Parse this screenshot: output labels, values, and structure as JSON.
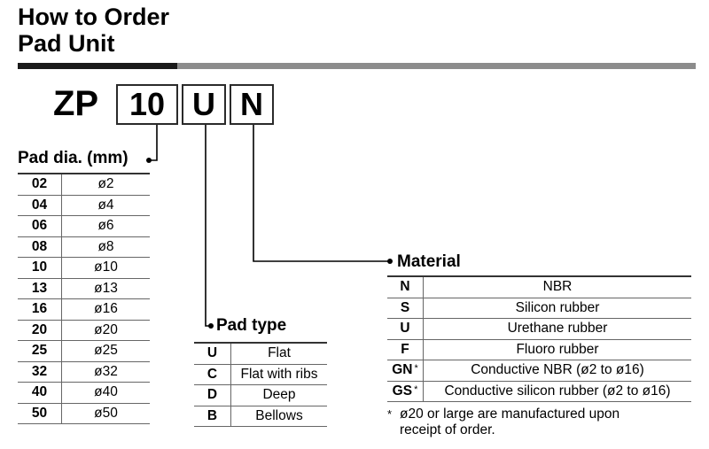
{
  "title": {
    "line1": "How to Order",
    "line2": "Pad Unit"
  },
  "model": {
    "prefix": "ZP",
    "dia_code": "10",
    "type_code": "U",
    "material_code": "N"
  },
  "pad_dia": {
    "heading": "Pad dia. (mm)",
    "rows": [
      {
        "code": "02",
        "value": "ø2"
      },
      {
        "code": "04",
        "value": "ø4"
      },
      {
        "code": "06",
        "value": "ø6"
      },
      {
        "code": "08",
        "value": "ø8"
      },
      {
        "code": "10",
        "value": "ø10"
      },
      {
        "code": "13",
        "value": "ø13"
      },
      {
        "code": "16",
        "value": "ø16"
      },
      {
        "code": "20",
        "value": "ø20"
      },
      {
        "code": "25",
        "value": "ø25"
      },
      {
        "code": "32",
        "value": "ø32"
      },
      {
        "code": "40",
        "value": "ø40"
      },
      {
        "code": "50",
        "value": "ø50"
      }
    ]
  },
  "pad_type": {
    "heading": "Pad type",
    "rows": [
      {
        "code": "U",
        "value": "Flat"
      },
      {
        "code": "C",
        "value": "Flat with ribs"
      },
      {
        "code": "D",
        "value": "Deep"
      },
      {
        "code": "B",
        "value": "Bellows"
      }
    ]
  },
  "material": {
    "heading": "Material",
    "rows": [
      {
        "code": "N",
        "mark": "",
        "value": "NBR"
      },
      {
        "code": "S",
        "mark": "",
        "value": "Silicon rubber"
      },
      {
        "code": "U",
        "mark": "",
        "value": "Urethane rubber"
      },
      {
        "code": "F",
        "mark": "",
        "value": "Fluoro rubber"
      },
      {
        "code": "GN",
        "mark": "*",
        "value": "Conductive NBR (ø2 to ø16)"
      },
      {
        "code": "GS",
        "mark": "*",
        "value": "Conductive silicon rubber (ø2 to ø16)"
      }
    ]
  },
  "note": {
    "mark": "*",
    "line1": "ø20 or large are manufactured upon",
    "line2": "receipt of order."
  },
  "colors": {
    "rule_dark": "#1a1a1a",
    "rule_gray": "#8c8c8c"
  }
}
